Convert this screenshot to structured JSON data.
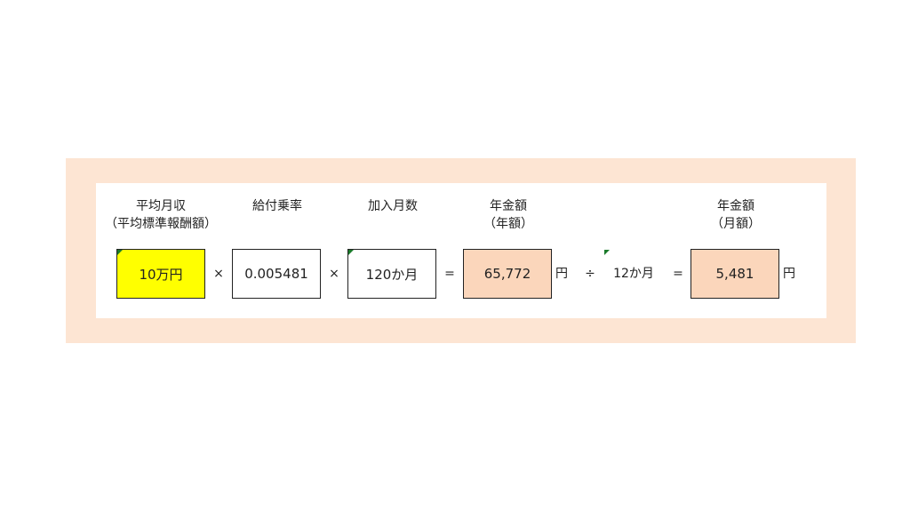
{
  "headers": {
    "avg_income_line1": "平均月収",
    "avg_income_line2": "（平均標準報酬額）",
    "benefit_rate": "給付乗率",
    "months": "加入月数",
    "annual_line1": "年金額",
    "annual_line2": "（年額）",
    "monthly_line1": "年金額",
    "monthly_line2": "（月額）"
  },
  "values": {
    "avg_income": "10万円",
    "benefit_rate": "0.005481",
    "months": "120か月",
    "annual_amount": "65,772",
    "divisor": "12か月",
    "monthly_amount": "5,481"
  },
  "operators": {
    "times1": "×",
    "times2": "×",
    "equals1": "=",
    "divide": "÷",
    "equals2": "="
  },
  "units": {
    "annual_unit": "円",
    "monthly_unit": "円"
  },
  "colors": {
    "frame": "#fde5d3",
    "input_highlight": "#ffff00",
    "result_fill": "#fbd6bb",
    "cell_marker": "#1a7a2a"
  }
}
